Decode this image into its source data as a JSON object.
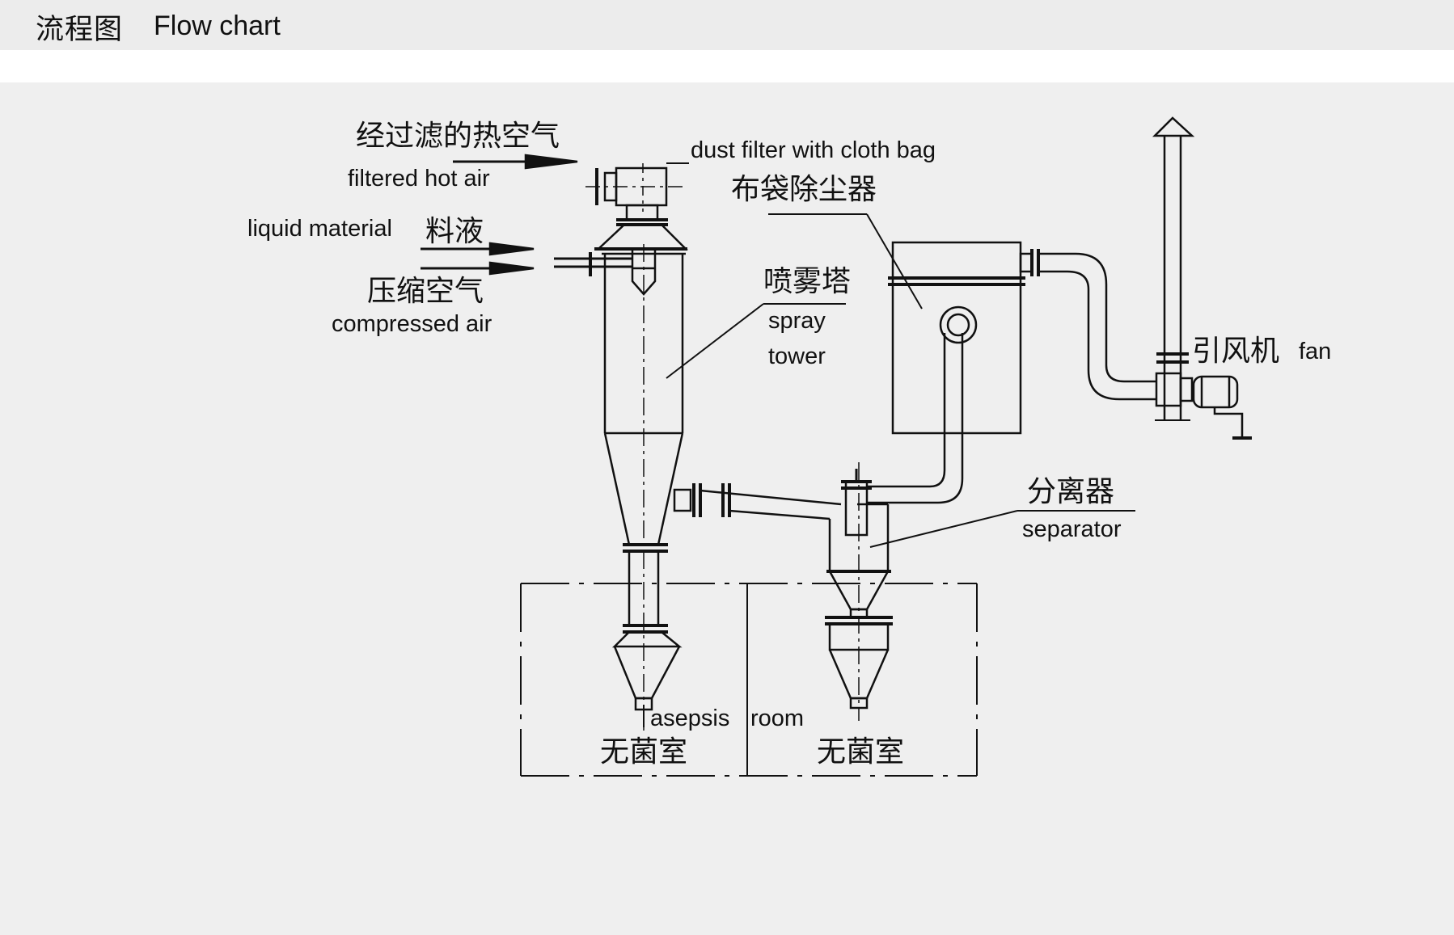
{
  "header": {
    "title_cn": "流程图",
    "title_en": "Flow chart"
  },
  "labels": {
    "hot_air_cn": "经过滤的热空气",
    "hot_air_en": "filtered hot air",
    "liquid_en": "liquid material",
    "liquid_cn": "料液",
    "compressed_cn": "压缩空气",
    "compressed_en": "compressed air",
    "dust_filter_en": "dust filter with cloth bag",
    "dust_filter_cn": "布袋除尘器",
    "tower_cn": "喷雾塔",
    "tower_en_1": "spray",
    "tower_en_2": "tower",
    "fan_cn": "引风机",
    "fan_en": "fan",
    "separator_cn": "分离器",
    "separator_en": "separator",
    "asepsis_en_1": "asepsis",
    "asepsis_en_2": "room",
    "room_cn_left": "无菌室",
    "room_cn_right": "无菌室"
  }
}
